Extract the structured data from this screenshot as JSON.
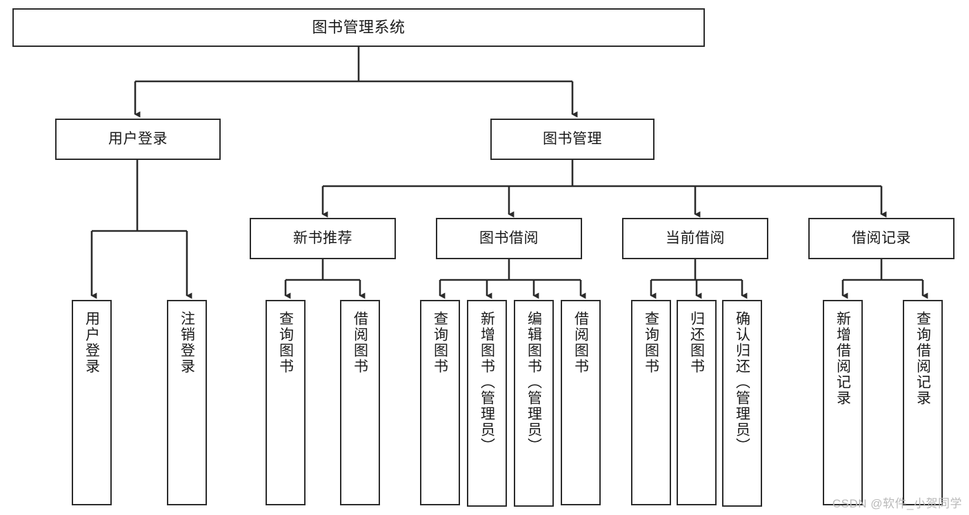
{
  "diagram": {
    "type": "tree-hierarchy",
    "title": "图书管理系统",
    "root": {
      "id": "root",
      "label": "图书管理系统"
    },
    "level1": [
      {
        "id": "user-login",
        "label": "用户登录"
      },
      {
        "id": "book-management",
        "label": "图书管理"
      }
    ],
    "level2": [
      {
        "id": "new-book-recommend",
        "label": "新书推荐",
        "parent": "book-management"
      },
      {
        "id": "book-borrow",
        "label": "图书借阅",
        "parent": "book-management"
      },
      {
        "id": "current-borrow",
        "label": "当前借阅",
        "parent": "book-management"
      },
      {
        "id": "borrow-record",
        "label": "借阅记录",
        "parent": "book-management"
      }
    ],
    "leaves": {
      "user-login": [
        {
          "id": "leaf-user-login",
          "label": "用户登录"
        },
        {
          "id": "leaf-user-logout",
          "label": "注销登录"
        }
      ],
      "new-book-recommend": [
        {
          "id": "leaf-query-book-1",
          "label": "查询图书"
        },
        {
          "id": "leaf-borrow-book-1",
          "label": "借阅图书"
        }
      ],
      "book-borrow": [
        {
          "id": "leaf-query-book-2",
          "label": "查询图书"
        },
        {
          "id": "leaf-add-book",
          "label": "新增图书（管理员）"
        },
        {
          "id": "leaf-edit-book",
          "label": "编辑图书（管理员）"
        },
        {
          "id": "leaf-borrow-book-2",
          "label": "借阅图书"
        }
      ],
      "current-borrow": [
        {
          "id": "leaf-query-book-3",
          "label": "查询图书"
        },
        {
          "id": "leaf-return-book",
          "label": "归还图书"
        },
        {
          "id": "leaf-confirm-return",
          "label": "确认归还（管理员）"
        }
      ],
      "borrow-record": [
        {
          "id": "leaf-add-record",
          "label": "新增借阅记录"
        },
        {
          "id": "leaf-query-record",
          "label": "查询借阅记录"
        }
      ]
    },
    "colors": {
      "stroke": "#2b2b2b",
      "background": "#ffffff",
      "text": "#1a1a1a",
      "watermark": "#b9b9b9"
    }
  },
  "watermark": {
    "text": "CSDN @软件_小贺同学"
  }
}
